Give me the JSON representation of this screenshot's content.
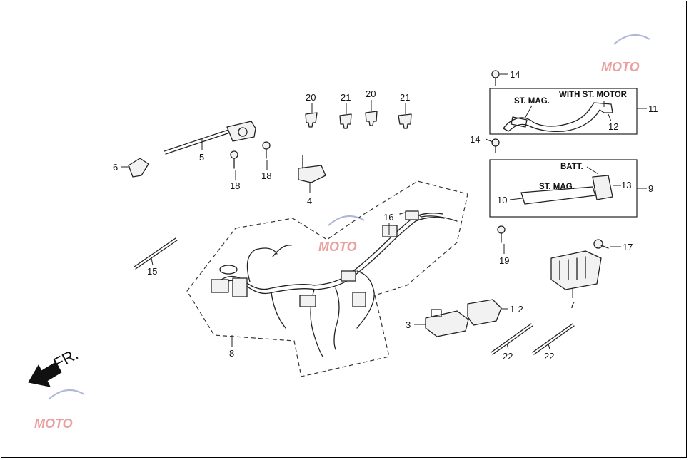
{
  "callouts": [
    {
      "id": "c-1-2",
      "text": "1-2"
    },
    {
      "id": "c-3",
      "text": "3"
    },
    {
      "id": "c-4",
      "text": "4"
    },
    {
      "id": "c-5",
      "text": "5"
    },
    {
      "id": "c-6",
      "text": "6"
    },
    {
      "id": "c-7",
      "text": "7"
    },
    {
      "id": "c-8",
      "text": "8"
    },
    {
      "id": "c-9",
      "text": "9"
    },
    {
      "id": "c-10",
      "text": "10"
    },
    {
      "id": "c-11",
      "text": "11"
    },
    {
      "id": "c-12",
      "text": "12"
    },
    {
      "id": "c-13",
      "text": "13"
    },
    {
      "id": "c-14a",
      "text": "14"
    },
    {
      "id": "c-14b",
      "text": "14"
    },
    {
      "id": "c-15",
      "text": "15"
    },
    {
      "id": "c-16",
      "text": "16"
    },
    {
      "id": "c-17",
      "text": "17"
    },
    {
      "id": "c-18a",
      "text": "18"
    },
    {
      "id": "c-18b",
      "text": "18"
    },
    {
      "id": "c-19",
      "text": "19"
    },
    {
      "id": "c-20a",
      "text": "20"
    },
    {
      "id": "c-20b",
      "text": "20"
    },
    {
      "id": "c-21a",
      "text": "21"
    },
    {
      "id": "c-21b",
      "text": "21"
    },
    {
      "id": "c-22a",
      "text": "22"
    },
    {
      "id": "c-22b",
      "text": "22"
    }
  ],
  "captions": {
    "st_mag_upper": "ST. MAG.",
    "with_st_motor": "WITH ST. MOTOR",
    "batt": "BATT.",
    "st_mag_lower": "ST. MAG."
  },
  "direction_label": "FR.",
  "watermark": "MOTO",
  "colors": {
    "line": "#222222",
    "watermark": "#d9534f",
    "background": "#ffffff"
  }
}
